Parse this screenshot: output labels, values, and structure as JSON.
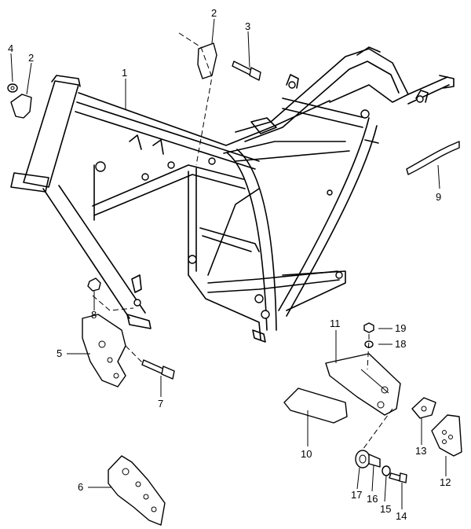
{
  "callouts": [
    {
      "id": "1",
      "text": "1"
    },
    {
      "id": "2a",
      "text": "2"
    },
    {
      "id": "2b",
      "text": "2"
    },
    {
      "id": "3",
      "text": "3"
    },
    {
      "id": "4",
      "text": "4"
    },
    {
      "id": "5",
      "text": "5"
    },
    {
      "id": "6",
      "text": "6"
    },
    {
      "id": "7",
      "text": "7"
    },
    {
      "id": "8",
      "text": "8"
    },
    {
      "id": "9",
      "text": "9"
    },
    {
      "id": "10",
      "text": "10"
    },
    {
      "id": "11",
      "text": "11"
    },
    {
      "id": "12",
      "text": "12"
    },
    {
      "id": "13",
      "text": "13"
    },
    {
      "id": "14",
      "text": "14"
    },
    {
      "id": "15",
      "text": "15"
    },
    {
      "id": "16",
      "text": "16"
    },
    {
      "id": "17",
      "text": "17"
    },
    {
      "id": "18",
      "text": "18"
    },
    {
      "id": "19",
      "text": "19"
    }
  ]
}
